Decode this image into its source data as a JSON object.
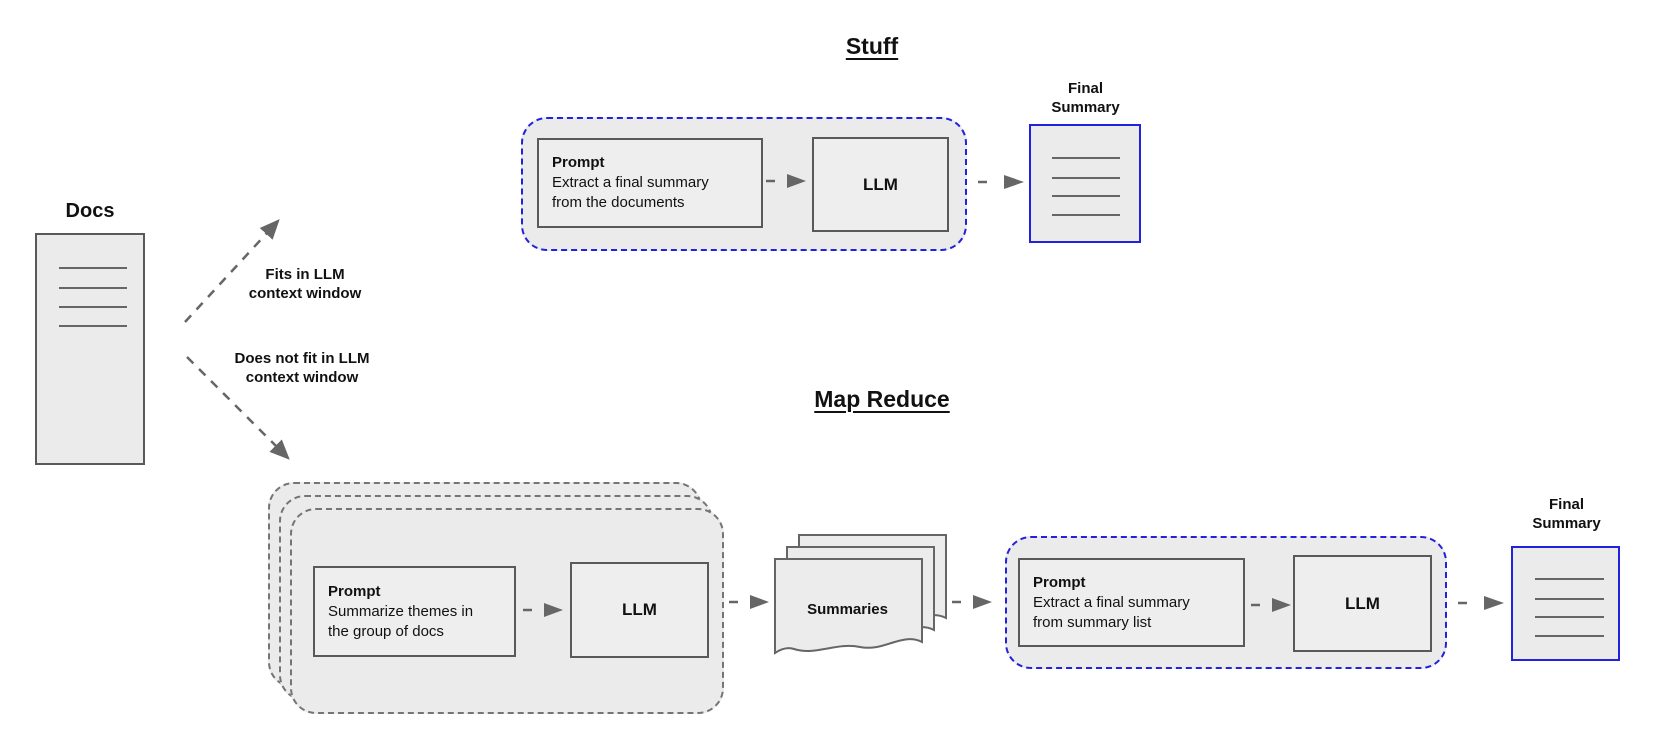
{
  "diagram": {
    "docs_label": "Docs",
    "branch_fits": "Fits in LLM\ncontext window",
    "branch_not_fit": "Does not fit in LLM\ncontext window",
    "stuff": {
      "title": "Stuff",
      "prompt_title": "Prompt",
      "prompt_body": "Extract a final summary from the documents",
      "llm_label": "LLM",
      "final_label": "Final\nSummary"
    },
    "map_reduce": {
      "title": "Map Reduce",
      "map_prompt_title": "Prompt",
      "map_prompt_body": "Summarize themes in the group of docs",
      "map_llm_label": "LLM",
      "summaries_label": "Summaries",
      "reduce_prompt_title": "Prompt",
      "reduce_prompt_body": "Extract a final summary from summary list",
      "reduce_llm_label": "LLM",
      "final_label": "Final\nSummary"
    },
    "colors": {
      "accent_blue": "#2222dd",
      "shape_fill": "#ebebeb",
      "box_border_gray": "#595959",
      "dashed_gray": "#757575",
      "arrow_gray": "#666666"
    }
  }
}
